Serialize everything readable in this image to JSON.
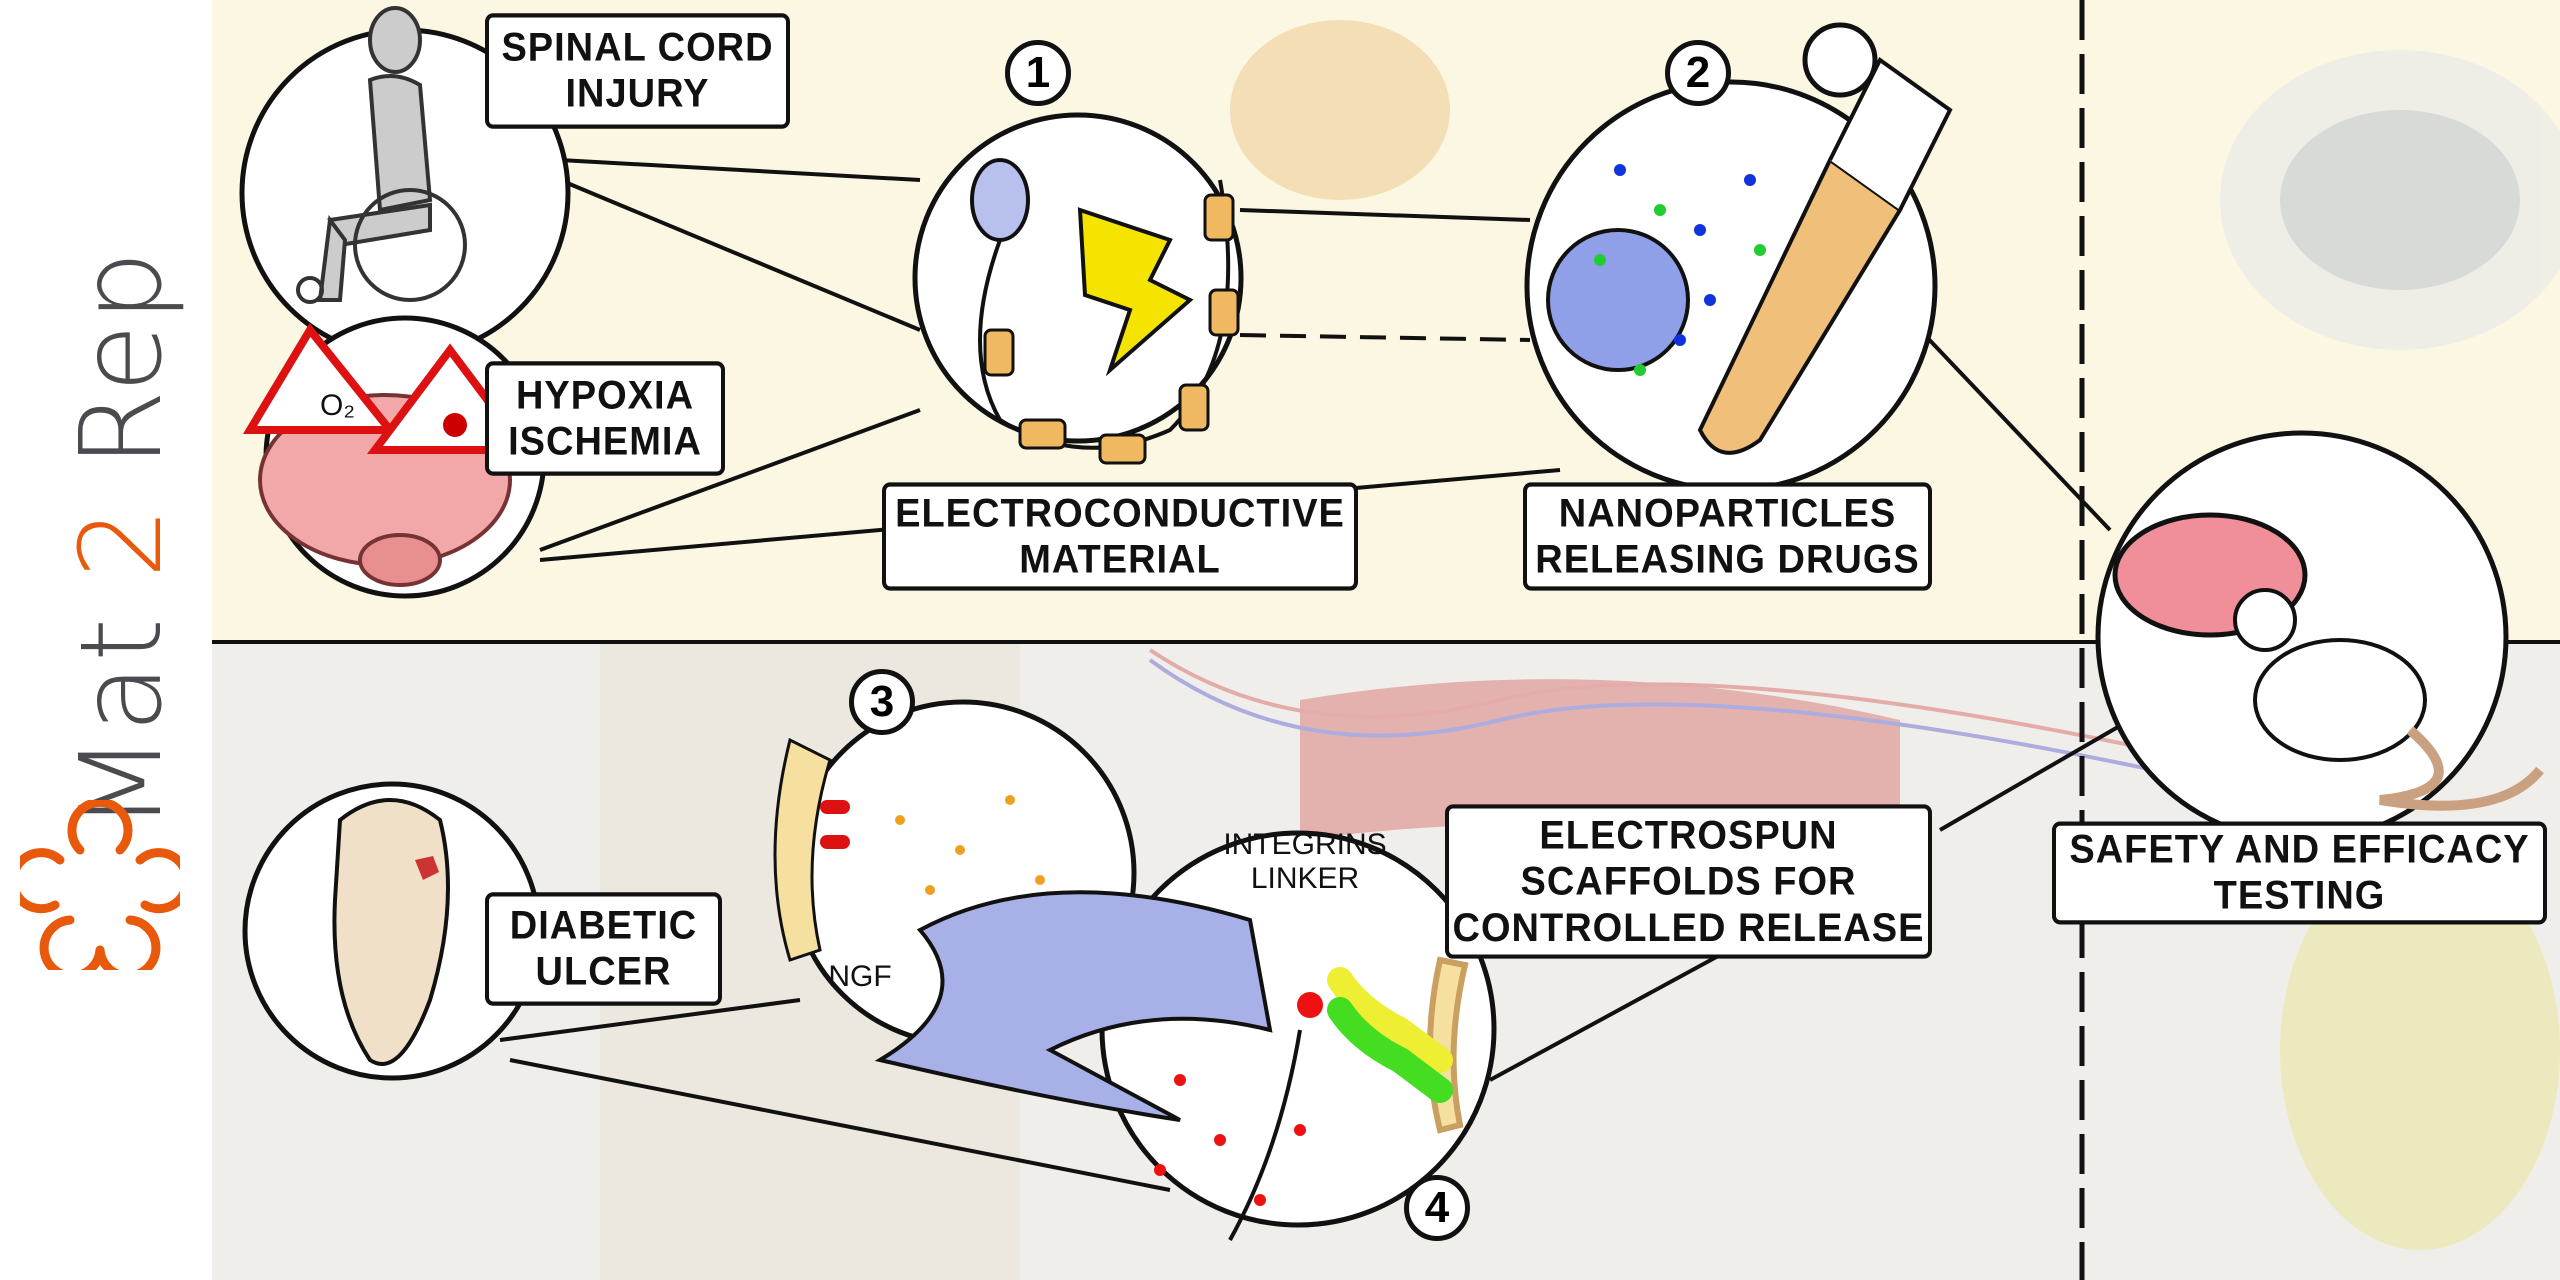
{
  "logo": {
    "part1": "Mat",
    "part2": "2",
    "part3": "Rep",
    "accent_color": "#e8590c",
    "text_color": "#4a4b4f"
  },
  "labels": {
    "spinal": "SPINAL CORD\nINJURY",
    "hypoxia": "HYPOXIA\nISCHEMIA",
    "electro": "ELECTROCONDUCTIVE\nMATERIAL",
    "nano": "NANOPARTICLES\nRELEASING DRUGS",
    "diabetic": "DIABETIC\nULCER",
    "electrospun": "ELECTROSPUN\nSCAFFOLDS FOR\nCONTROLLED RELEASE",
    "safety": "SAFETY AND EFFICACY\nTESTING",
    "integrins": "INTEGRINS\nLINKER",
    "ngf": "NGF",
    "o2": "O₂"
  },
  "numbers": [
    "1",
    "2",
    "3",
    "4"
  ],
  "colors": {
    "top_panel": "#fbf7e2",
    "bottom_panel": "#f0eeea",
    "lightning": "#f5e400",
    "tube": "#f0c07a",
    "dish": "#f08f9a"
  }
}
